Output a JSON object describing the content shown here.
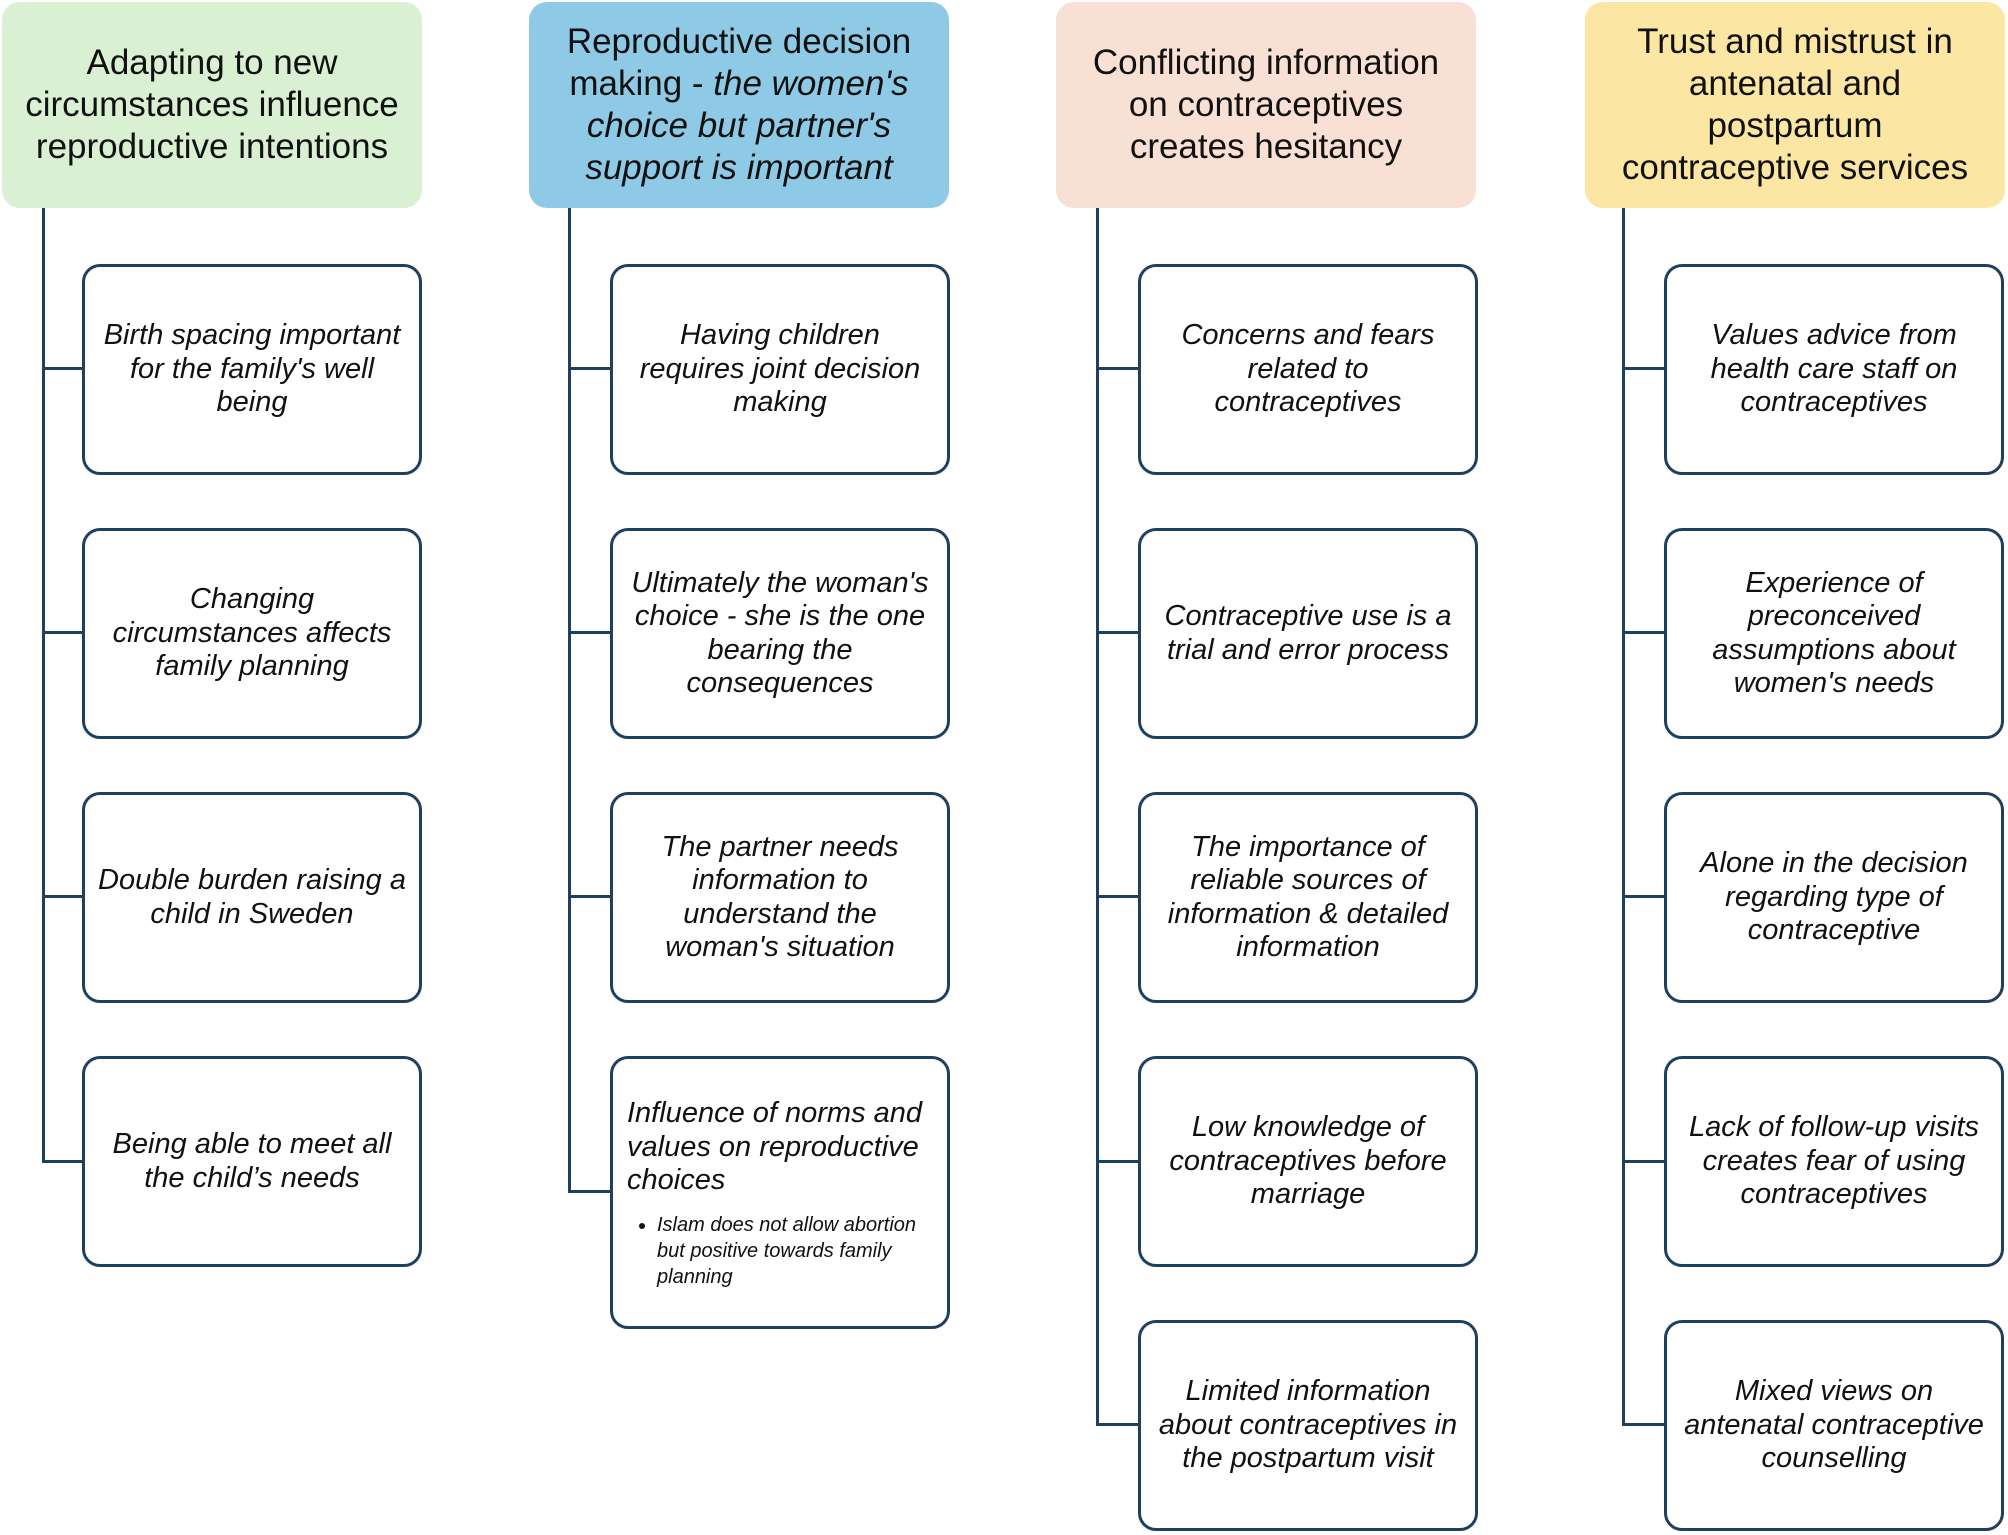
{
  "colors": {
    "connector": "#1f3f5f",
    "header_green": "#d9f0d3",
    "header_blue": "#8ecae6",
    "header_pink": "#f9e0d4",
    "header_yellow": "#fbe6a3"
  },
  "themes": [
    {
      "title_plain": "Adapting to new circumstances influence reproductive intentions",
      "title_italic": "",
      "subthemes": [
        {
          "text": "Birth spacing important for the family's well being"
        },
        {
          "text": "Changing circumstances affects family planning"
        },
        {
          "text": "Double burden raising a child in Sweden"
        },
        {
          "text": "Being able to meet all the child’s needs"
        }
      ]
    },
    {
      "title_plain": "Reproductive decision making - ",
      "title_italic": "the women's choice but partner's support is  important",
      "subthemes": [
        {
          "text": "Having children requires joint decision making"
        },
        {
          "text": "Ultimately the woman's choice - she is the one bearing the consequences"
        },
        {
          "text": "The partner needs information to understand the woman's situation"
        },
        {
          "text": "Influence of norms and values on reproductive choices",
          "note": "Islam does not allow abortion but positive towards family planning"
        }
      ]
    },
    {
      "title_plain": "Conflicting information on contraceptives creates hesitancy",
      "title_italic": "",
      "subthemes": [
        {
          "text": "Concerns and fears related to contraceptives"
        },
        {
          "text": "Contraceptive use is a trial and error process"
        },
        {
          "text": "The importance of reliable sources of information & detailed information"
        },
        {
          "text": "Low knowledge of contraceptives before marriage"
        },
        {
          "text": "Limited information about contraceptives in the postpartum visit"
        }
      ]
    },
    {
      "title_plain": "Trust and mistrust in antenatal and postpartum contraceptive services",
      "title_italic": "",
      "subthemes": [
        {
          "text": "Values advice from health care staff on contraceptives"
        },
        {
          "text": "Experience of preconceived assumptions about women's needs"
        },
        {
          "text": "Alone in the decision regarding type of contraceptive"
        },
        {
          "text": "Lack of follow-up visits creates fear of using contraceptives"
        },
        {
          "text": "Mixed views on antenatal contraceptive counselling"
        }
      ]
    }
  ]
}
